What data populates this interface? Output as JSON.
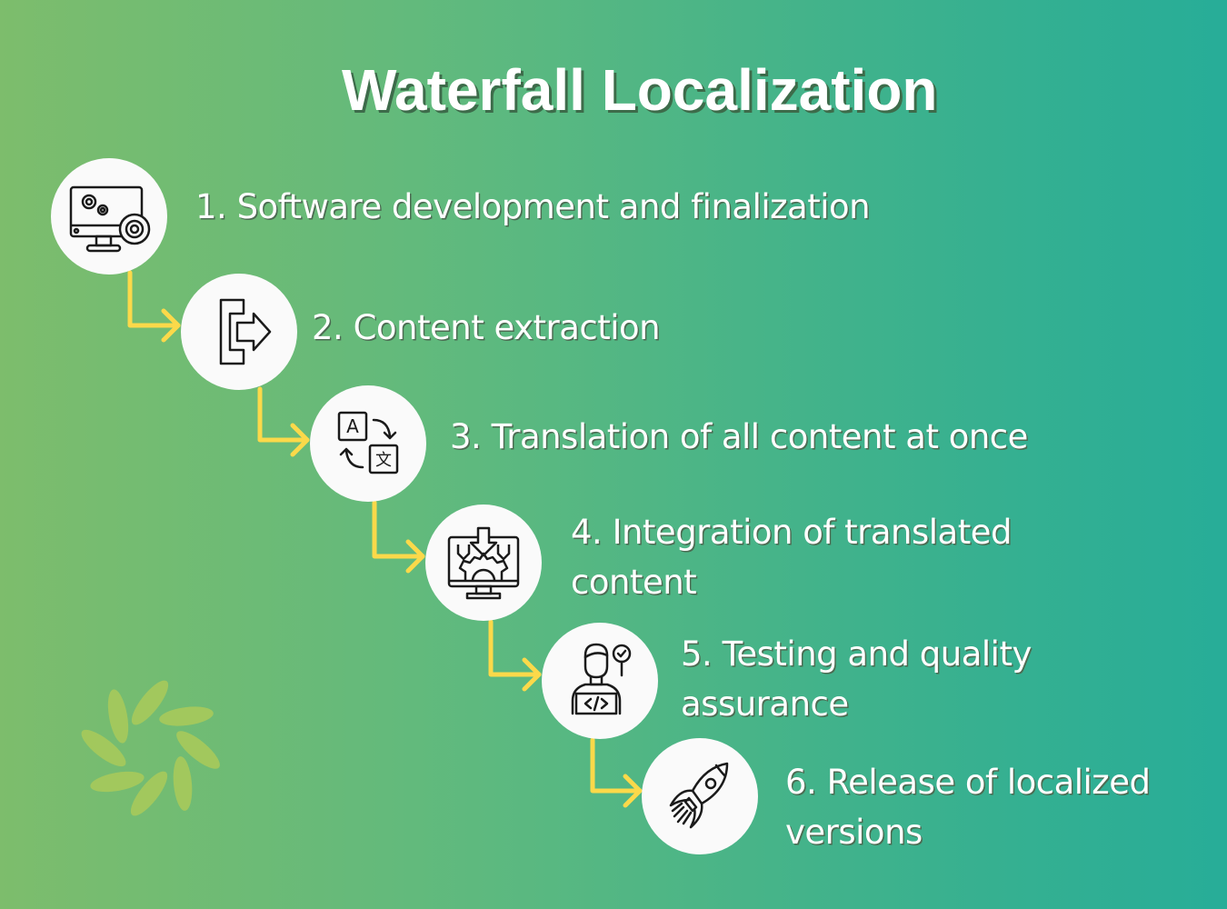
{
  "title": "Waterfall Localization",
  "colors": {
    "background_start": "#7dbd6c",
    "background_end": "#27ad98",
    "circle_fill": "#fafafa",
    "connector": "#fbd94a",
    "icon_stroke": "#1a1a1a",
    "text": "#ffffff",
    "decor": "#a5c95c"
  },
  "steps": [
    {
      "number": 1,
      "label": "1. Software development and finalization",
      "icon": "monitor-gears-icon"
    },
    {
      "number": 2,
      "label": "2. Content extraction",
      "icon": "export-arrow-icon"
    },
    {
      "number": 3,
      "label": "3. Translation of all content at once",
      "icon": "translate-icon"
    },
    {
      "number": 4,
      "label_line1": "4. Integration of translated",
      "label_line2": "content",
      "icon": "monitor-integration-icon"
    },
    {
      "number": 5,
      "label_line1": "5. Testing and quality",
      "label_line2": "assurance",
      "icon": "developer-testing-icon"
    },
    {
      "number": 6,
      "label_line1": "6. Release of localized",
      "label_line2": "versions",
      "icon": "rocket-icon"
    }
  ]
}
